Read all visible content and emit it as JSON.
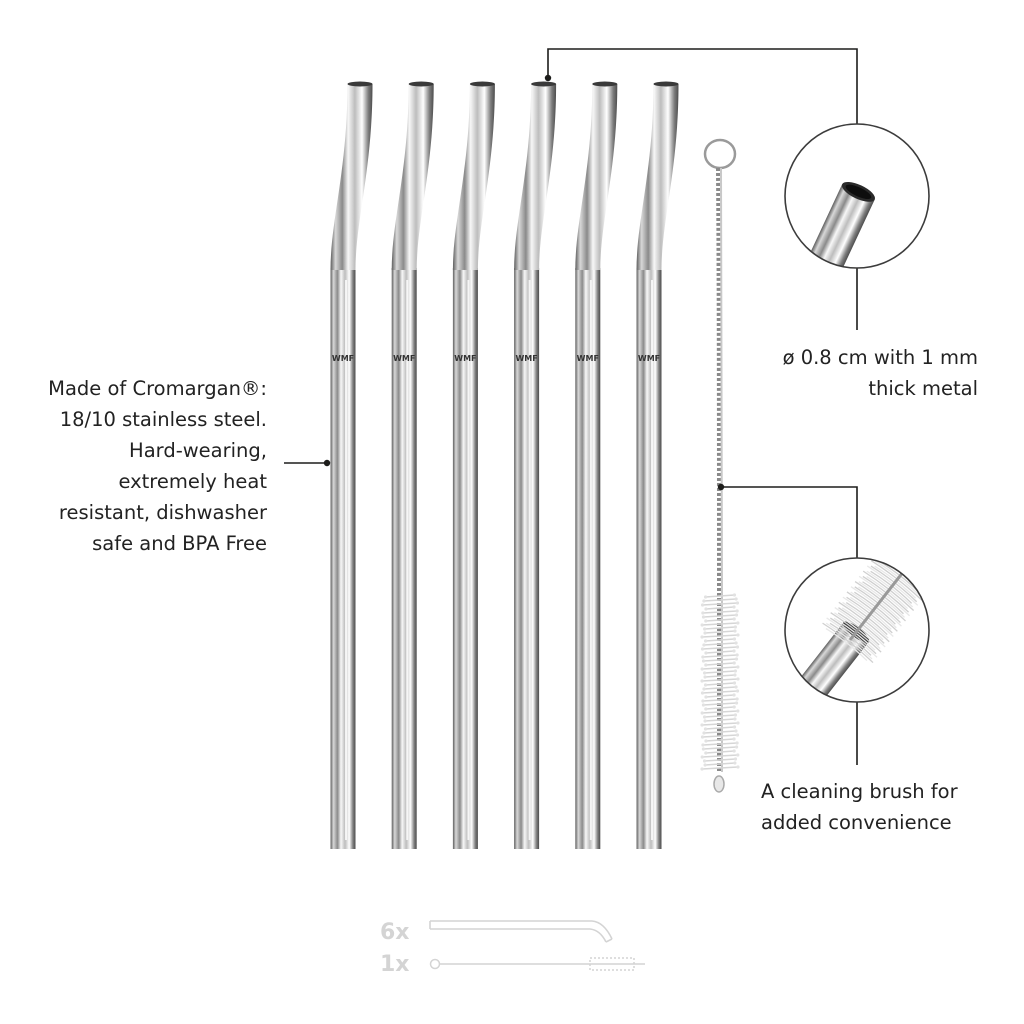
{
  "product": {
    "straw_count": 6,
    "straw_logo": "WMF"
  },
  "callouts": {
    "material_lines": [
      "Made of Cromargan®:",
      "18/10 stainless steel.",
      "Hard-wearing,",
      "extremely heat",
      "resistant, dishwasher",
      "safe and BPA Free"
    ],
    "diameter_lines": [
      "ø 0.8 cm with 1 mm",
      "thick metal"
    ],
    "brush_lines": [
      "A cleaning brush for",
      "added convenience"
    ]
  },
  "contents": {
    "straws_qty": "6x",
    "brush_qty": "1x"
  },
  "colors": {
    "steel_dark": "#6f6f6f",
    "steel_light": "#f4f4f4",
    "leader_line": "#1d1d1b",
    "circle_border": "#3c3c3c",
    "quantity_text": "#d4d4d4"
  }
}
